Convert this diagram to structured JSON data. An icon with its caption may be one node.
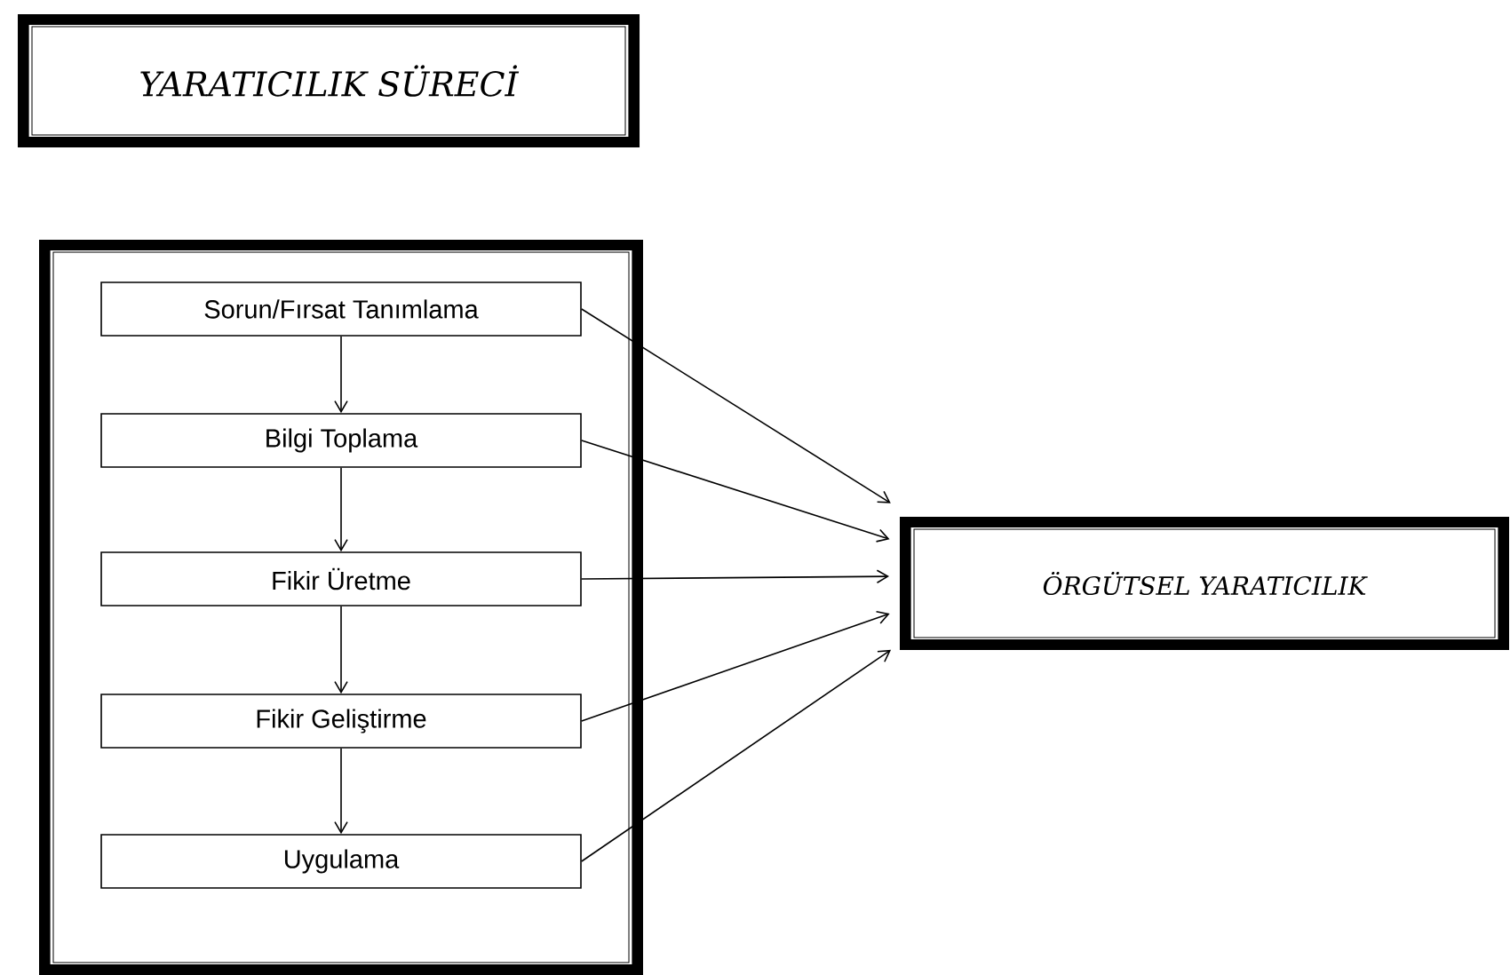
{
  "diagram": {
    "nodes": [
      {
        "text": [
          "YARATICILIK SÜRECİ"
        ]
      },
      {
        "text": [],
        "shape": "box"
      },
      {
        "text": [
          "Sorun/Fırsat Tanımlama"
        ],
        "in": 1
      },
      {
        "text": [
          "Bilgi Toplama"
        ],
        "in": 1
      },
      {
        "text": [
          "Fikir Üretme"
        ],
        "in": 1
      },
      {
        "text": [
          "Fikir Geliştirme"
        ],
        "in": 1
      },
      {
        "text": [
          "Uygulama"
        ],
        "in": 1
      },
      {
        "text": [
          "ÖRGÜTSEL YARATICILIK"
        ]
      }
    ],
    "edges": [
      {
        "from": 2,
        "to": 3,
        "arrow": "to"
      },
      {
        "from": 3,
        "to": 4,
        "arrow": "to"
      },
      {
        "from": 4,
        "to": 5,
        "arrow": "to"
      },
      {
        "from": 5,
        "to": 6,
        "arrow": "to"
      },
      {
        "from": 2,
        "to": 7,
        "arrow": "to"
      },
      {
        "from": 3,
        "to": 7,
        "arrow": "to"
      },
      {
        "from": 4,
        "to": 7,
        "arrow": "to"
      },
      {
        "from": 5,
        "to": 7,
        "arrow": "to"
      },
      {
        "from": 6,
        "to": 7,
        "arrow": "to"
      }
    ]
  }
}
